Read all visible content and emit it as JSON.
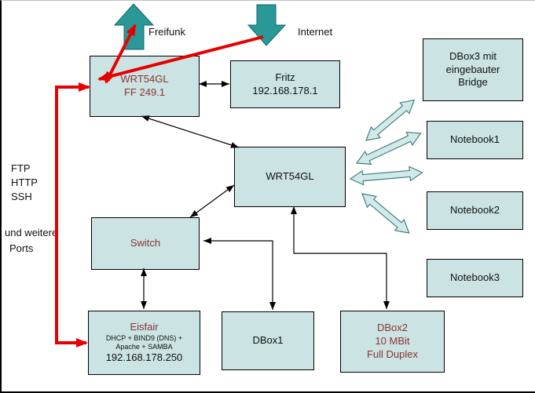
{
  "colors": {
    "box_fill": "#cbe3e3",
    "teal_arrow": "#2b9898",
    "fan_fill": "#d2e9e9",
    "fan_stroke": "#44807f",
    "red": "#e60000",
    "text_dark": "#111111",
    "text_maroon": "#8a3333"
  },
  "top_arrows": {
    "freifunk_label": "Freifunk",
    "internet_label": "Internet"
  },
  "left_labels": {
    "ftp": "FTP",
    "http": "HTTP",
    "ssh": "SSH",
    "weitere1": "und weitere",
    "weitere2": "Ports"
  },
  "boxes": {
    "router_ff": {
      "line1": "WRT54GL",
      "line2": "FF 249.1"
    },
    "fritz": {
      "line1": "Fritz",
      "line2": "192.168.178.1"
    },
    "dbox3": {
      "line1": "DBox3 mit",
      "line2": "eingebauter",
      "line3": "Bridge"
    },
    "wrt54gl": {
      "line1": "WRT54GL"
    },
    "notebook1": {
      "line1": "Notebook1"
    },
    "notebook2": {
      "line1": "Notebook2"
    },
    "notebook3": {
      "line1": "Notebook3"
    },
    "switch": {
      "line1": "Switch"
    },
    "eisfair": {
      "line1": "Eisfair",
      "line2": "DHCP + BIND9 (DNS) +",
      "line3": "Apache + SAMBA",
      "line4": "192.168.178.250"
    },
    "dbox1": {
      "line1": "DBox1"
    },
    "dbox2": {
      "line1": "DBox2",
      "line2": "10 MBit",
      "line3": "Full Duplex"
    }
  },
  "connections": [
    {
      "from": "Internet",
      "to": "WRT54GL FF 249.1",
      "style": "red-arrow"
    },
    {
      "from": "WRT54GL FF 249.1",
      "to": "Freifunk",
      "style": "red-arrow"
    },
    {
      "from": "WRT54GL FF 249.1",
      "to": "Eisfair",
      "style": "red-arrow",
      "note": "FTP HTTP SSH und weitere Ports"
    },
    {
      "from": "WRT54GL FF 249.1",
      "to": "Fritz 192.168.178.1",
      "style": "black-double-arrow"
    },
    {
      "from": "WRT54GL FF 249.1",
      "to": "WRT54GL",
      "style": "black-double-arrow"
    },
    {
      "from": "WRT54GL",
      "to": "Switch",
      "style": "black-double-arrow"
    },
    {
      "from": "Switch",
      "to": "Eisfair",
      "style": "black-double-arrow"
    },
    {
      "from": "Switch",
      "to": "DBox1",
      "style": "black-double-arrow"
    },
    {
      "from": "WRT54GL",
      "to": "DBox2",
      "style": "black-double-arrow"
    },
    {
      "from": "WRT54GL",
      "to": "DBox3 mit eingebauter Bridge",
      "style": "wireless-fan-arrow"
    },
    {
      "from": "WRT54GL",
      "to": "Notebook1",
      "style": "wireless-fan-arrow"
    },
    {
      "from": "WRT54GL",
      "to": "Notebook2",
      "style": "wireless-fan-arrow"
    },
    {
      "from": "WRT54GL",
      "to": "Notebook3",
      "style": "wireless-fan-arrow"
    }
  ]
}
